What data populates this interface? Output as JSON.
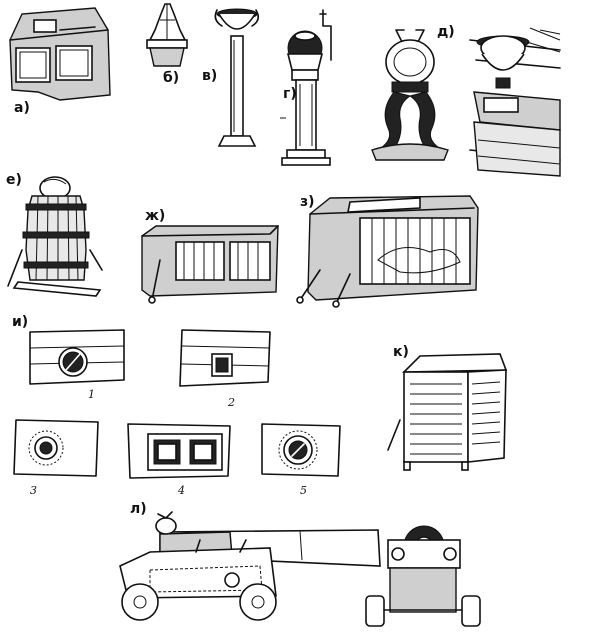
{
  "labels": {
    "a": "а)",
    "b": "б)",
    "v": "в)",
    "g": "г)",
    "d": "д)",
    "e": "е)",
    "zh": "ж)",
    "z": "з)",
    "i": "и)",
    "k": "к)",
    "l": "л)"
  },
  "porthole_numbers": {
    "n1": "1",
    "n2": "2",
    "n3": "3",
    "n4": "4",
    "n5": "5"
  }
}
